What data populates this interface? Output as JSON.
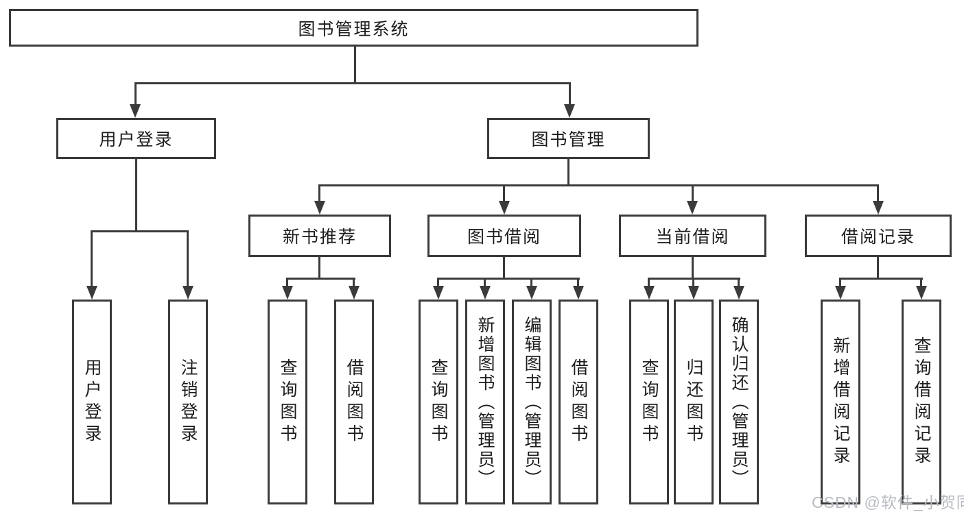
{
  "diagram": {
    "root": {
      "label": "图书管理系统"
    },
    "level2": [
      {
        "label": "用户登录"
      },
      {
        "label": "图书管理"
      }
    ],
    "level3": [
      {
        "label": "新书推荐"
      },
      {
        "label": "图书借阅"
      },
      {
        "label": "当前借阅"
      },
      {
        "label": "借阅记录"
      }
    ],
    "leaves": [
      {
        "label": "用户登录"
      },
      {
        "label": "注销登录"
      },
      {
        "label": "查询图书"
      },
      {
        "label": "借阅图书"
      },
      {
        "label": "查询图书"
      },
      {
        "label": "新增图书（管理员）"
      },
      {
        "label": "编辑图书（管理员）"
      },
      {
        "label": "借阅图书"
      },
      {
        "label": "查询图书"
      },
      {
        "label": "归还图书"
      },
      {
        "label": "确认归还（管理员）"
      },
      {
        "label": "新增借阅记录"
      },
      {
        "label": "查询借阅记录"
      }
    ]
  },
  "watermark": {
    "text": "CSDN @软件_小贺同学"
  },
  "colors": {
    "line": "#3b3b3b",
    "text": "#1d1d1f",
    "watermark": "#b7bbc1",
    "background": "#ffffff"
  }
}
